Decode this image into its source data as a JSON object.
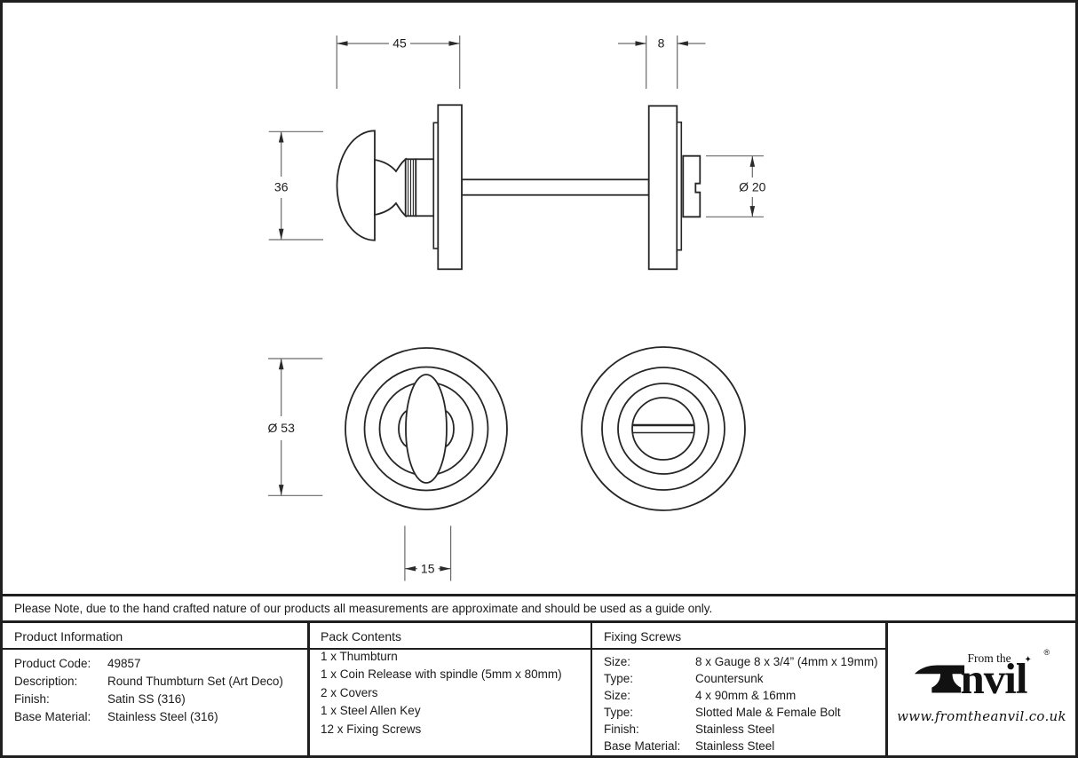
{
  "note": "Please Note, due to the hand crafted nature of our products all measurements are approximate and should be used as a guide only.",
  "drawing": {
    "dims": {
      "knob_depth": "45",
      "rose_thickness": "8",
      "knob_height": "36",
      "turn_boss_dia": "Ø 20",
      "rose_dia": "Ø 53",
      "grip_width": "15"
    }
  },
  "product_info": {
    "header": "Product Information",
    "rows": [
      {
        "label": "Product Code:",
        "value": "49857"
      },
      {
        "label": "Description:",
        "value": "Round Thumbturn Set (Art Deco)"
      },
      {
        "label": "Finish:",
        "value": "Satin SS (316)"
      },
      {
        "label": "Base Material:",
        "value": "Stainless Steel (316)"
      }
    ]
  },
  "pack_contents": {
    "header": "Pack Contents",
    "items": [
      "1 x Thumbturn",
      "1 x Coin Release with spindle (5mm x 80mm)",
      "2 x Covers",
      "1 x Steel Allen Key",
      "12 x Fixing Screws"
    ]
  },
  "fixing_screws": {
    "header": "Fixing Screws",
    "rows": [
      {
        "label": "Size:",
        "value": "8 x Gauge 8 x 3/4” (4mm x 19mm)"
      },
      {
        "label": "Type:",
        "value": "Countersunk"
      },
      {
        "label": "Size:",
        "value": "4 x 90mm & 16mm"
      },
      {
        "label": "Type:",
        "value": "Slotted Male & Female Bolt"
      },
      {
        "label": "Finish:",
        "value": "Stainless Steel"
      },
      {
        "label": "Base Material:",
        "value": "Stainless Steel"
      }
    ]
  },
  "logo": {
    "tagline": "From the",
    "name_rest": "nvil",
    "star": "✦",
    "registered": "®",
    "url": "www.fromtheanvil.co.uk"
  }
}
